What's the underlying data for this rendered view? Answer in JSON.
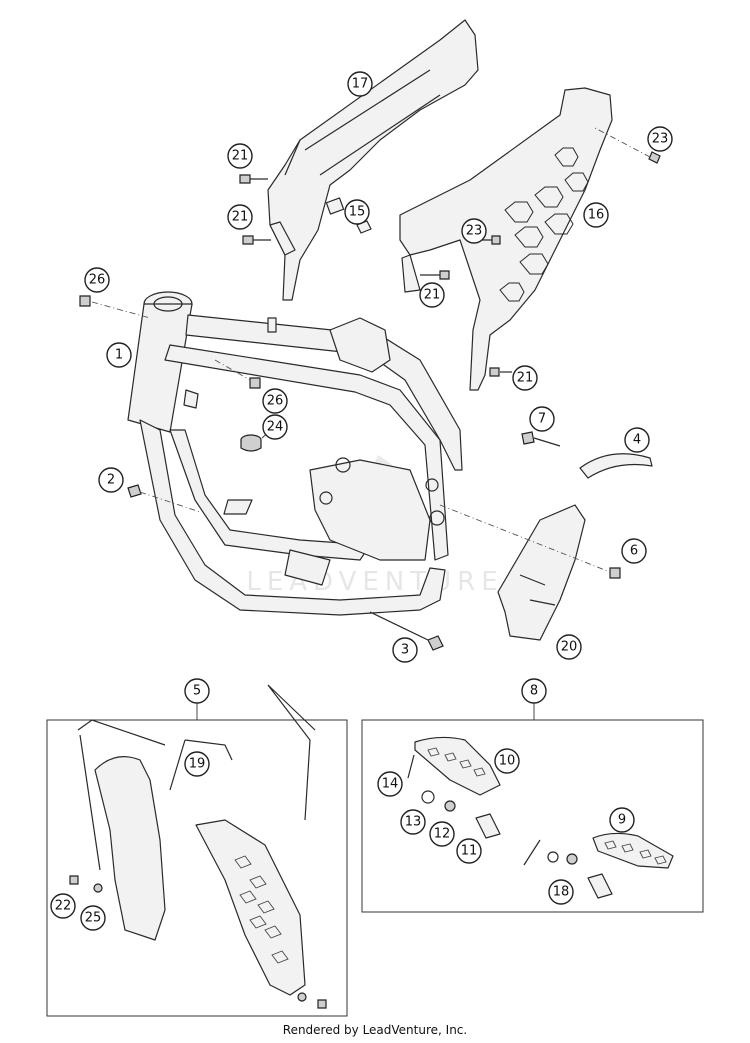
{
  "callouts": {
    "c1": "1",
    "c2": "2",
    "c3": "3",
    "c4": "4",
    "c5": "5",
    "c6": "6",
    "c7": "7",
    "c8": "8",
    "c9": "9",
    "c10": "10",
    "c11": "11",
    "c12": "12",
    "c13": "13",
    "c14": "14",
    "c15": "15",
    "c16": "16",
    "c17": "17",
    "c18": "18",
    "c19": "19",
    "c20": "20",
    "c21a": "21",
    "c21b": "21",
    "c21c": "21",
    "c21d": "21",
    "c22": "22",
    "c23a": "23",
    "c23b": "23",
    "c24": "24",
    "c25": "25",
    "c26a": "26",
    "c26b": "26"
  },
  "watermark": "LEADVENTURE",
  "credit": "Rendered by LeadVenture, Inc."
}
